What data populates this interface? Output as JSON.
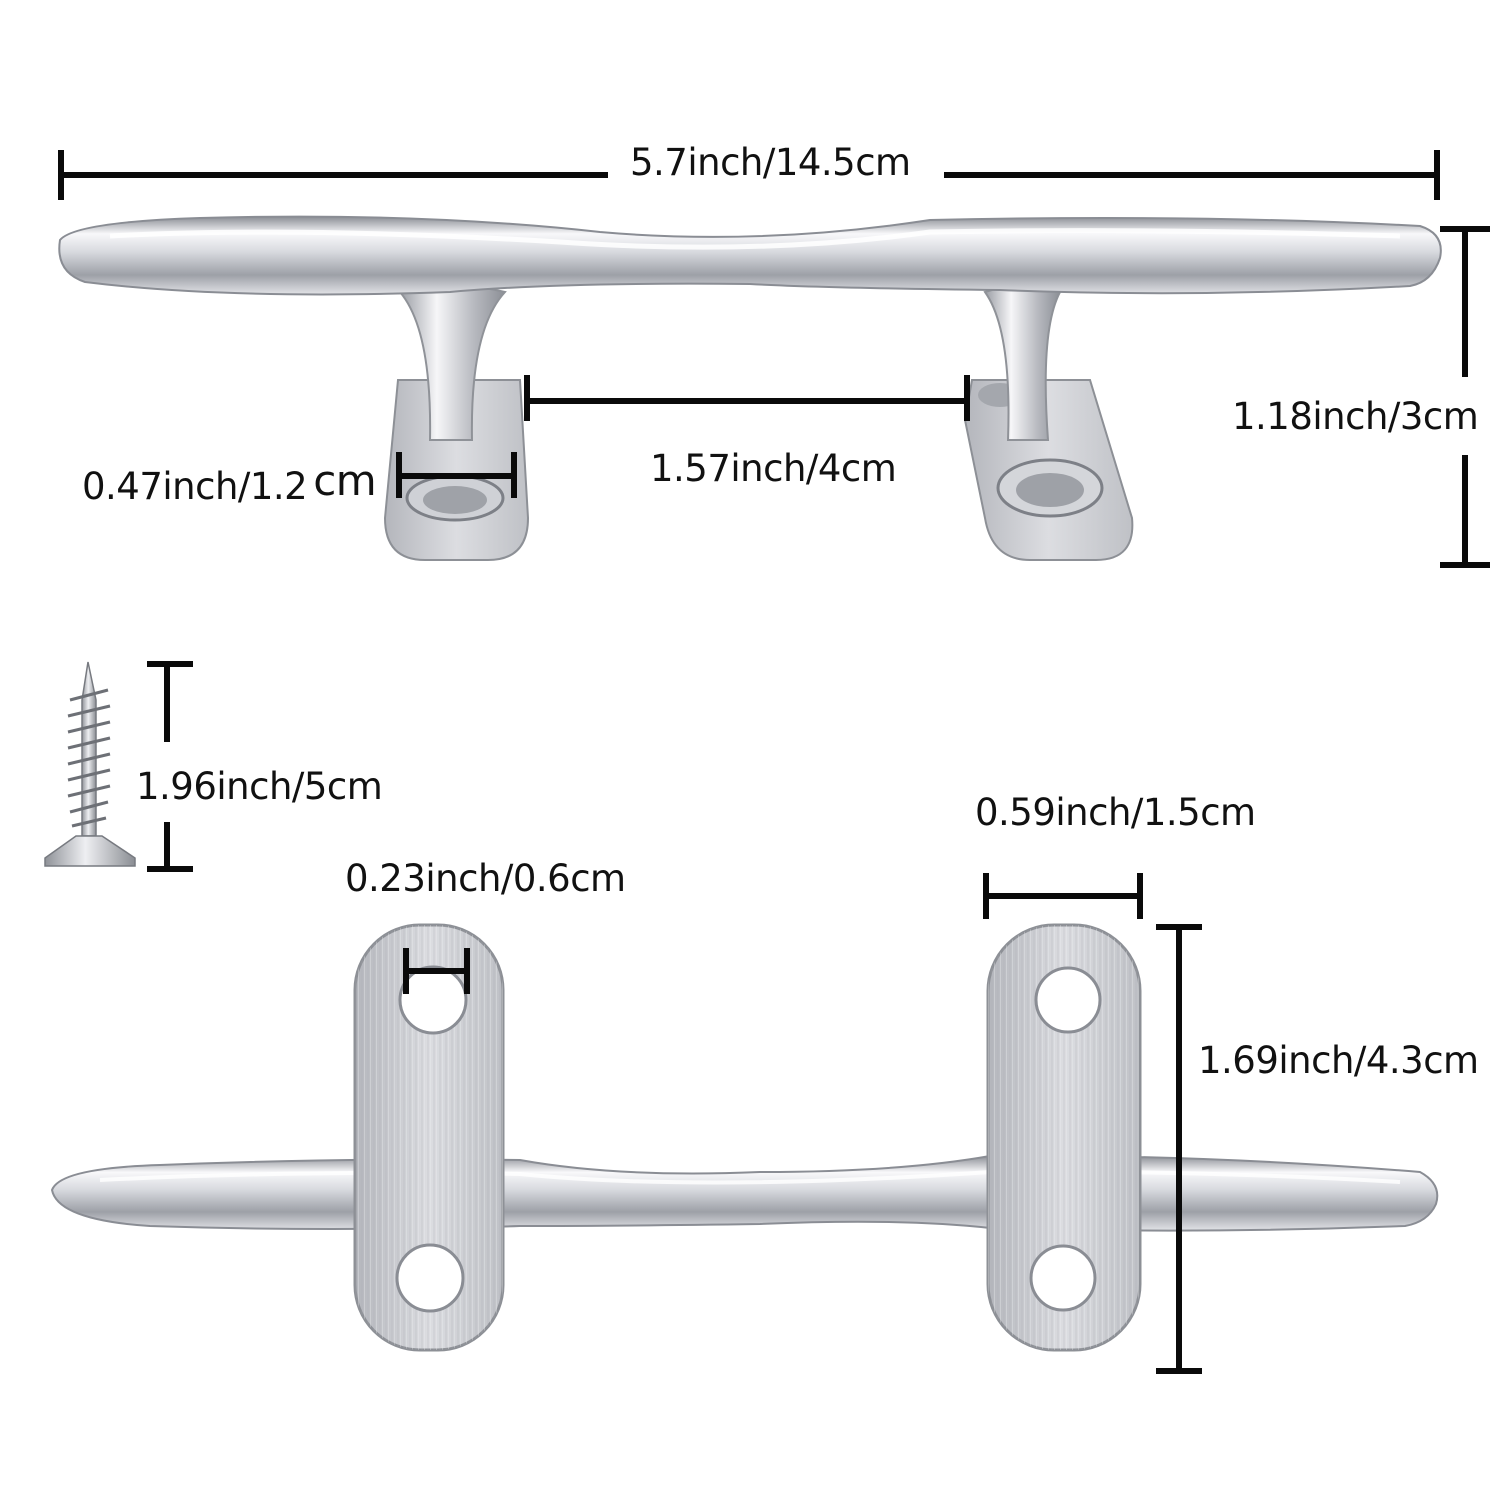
{
  "dimensions": {
    "total_length": "5.7inch/14.5cm",
    "height": "1.18inch/3cm",
    "base_spacing": "1.57inch/4cm",
    "post_width": "0.47inch/1.2",
    "post_width_unit": "cm",
    "screw_length": "1.96inch/5cm",
    "hole_diameter": "0.23inch/0.6cm",
    "base_width": "0.59inch/1.5cm",
    "base_length": "1.69inch/4.3cm"
  },
  "colors": {
    "dimension_line": "#0a0a0a",
    "metal_light": "#f4f4f6",
    "metal_mid": "#c4c6cc",
    "metal_dark": "#7f8289"
  },
  "icons": [
    "boat-cleat-side-view",
    "boat-cleat-bottom-view",
    "screw-icon"
  ]
}
